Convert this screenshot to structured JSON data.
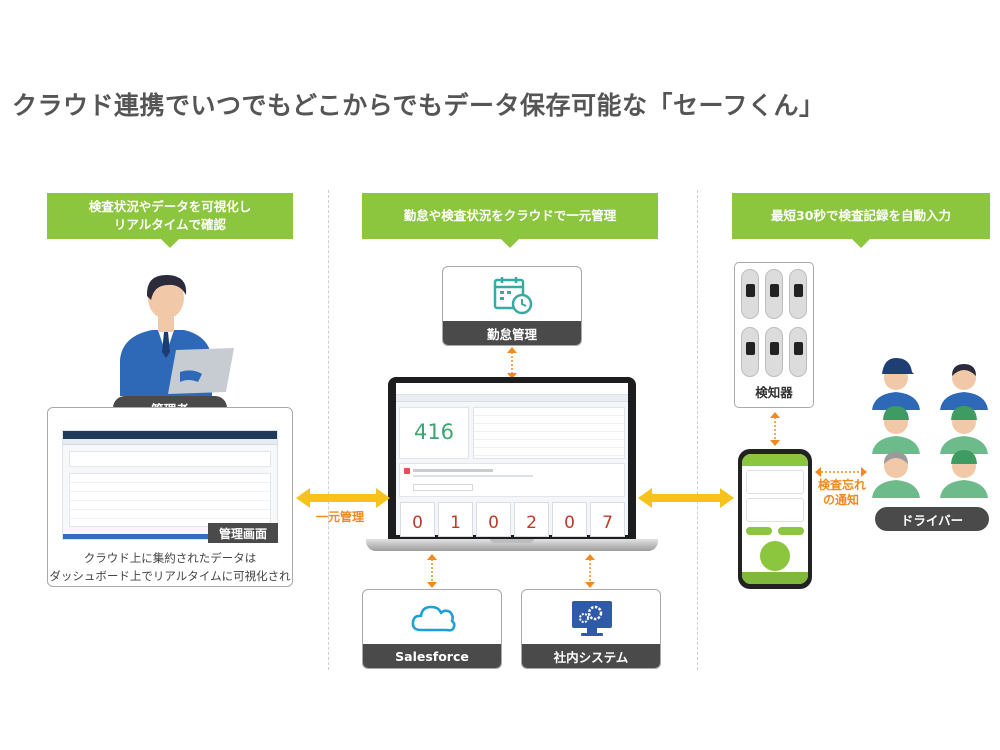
{
  "title": "クラウド連携でいつでもどこからでもデータ保存可能な「セーフくん」",
  "left": {
    "callout_line1": "検査状況やデータを可視化し",
    "callout_line2": "リアルタイムで確認",
    "admin_label": "管理者",
    "screen_label": "管理画面",
    "caption_line1": "クラウド上に集約されたデータは",
    "caption_line2": "ダッシュボード上でリアルタイムに可視化されます。"
  },
  "center": {
    "callout": "勤怠や検査状況をクラウドで一元管理",
    "attendance_label": "勤怠管理",
    "big_number": "416",
    "digits": [
      "0",
      "1",
      "0",
      "2",
      "0",
      "7"
    ],
    "salesforce_label": "Salesforce",
    "internal_label": "社内システム",
    "unified_label": "一元管理"
  },
  "right": {
    "callout": "最短30秒で検査記録を自動入力",
    "detector_label": "検知器",
    "driver_label": "ドライバー",
    "notify_line1": "検査忘れ",
    "notify_line2": "の通知"
  },
  "colors": {
    "accent_green": "#8cc63f",
    "arrow_orange": "#f08a1c",
    "label_dark": "#4a4a4a",
    "sync_yellow": "#f6c21c"
  }
}
